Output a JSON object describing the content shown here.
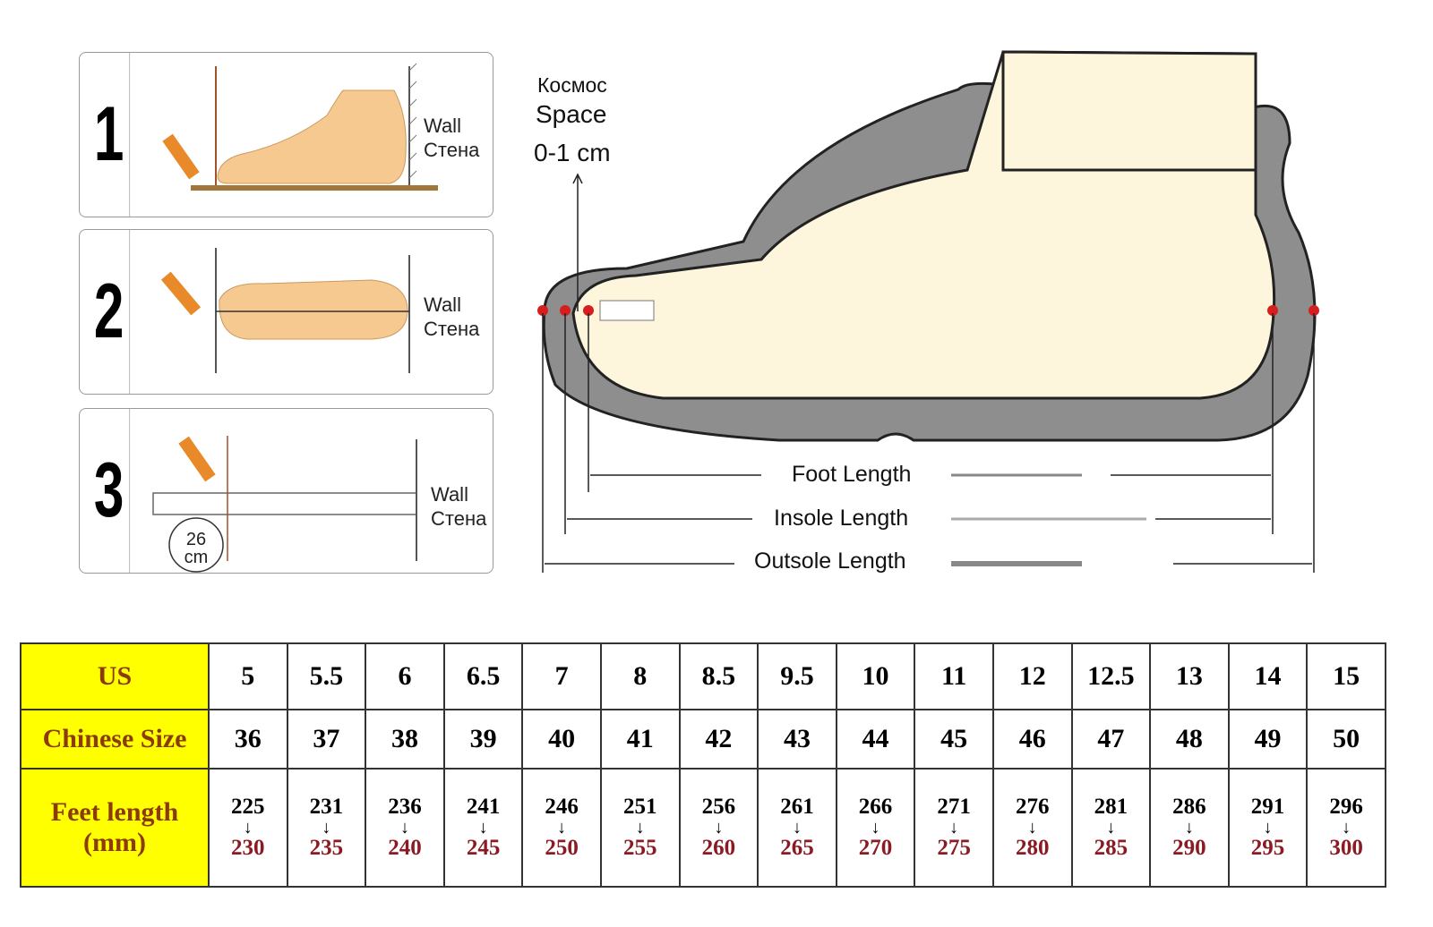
{
  "steps": [
    {
      "number": "1",
      "wall_en": "Wall",
      "wall_ru": "Стена"
    },
    {
      "number": "2",
      "wall_en": "Wall",
      "wall_ru": "Стена"
    },
    {
      "number": "3",
      "wall_en": "Wall",
      "wall_ru": "Стена",
      "ruler_reading": "26",
      "ruler_unit": "cm"
    }
  ],
  "diagram": {
    "space_ru": "Космос",
    "space_en": "Space",
    "space_value": "0-1 cm",
    "foot_length": "Foot Length",
    "insole_length": "Insole Length",
    "outsole_length": "Outsole Length"
  },
  "table": {
    "row_headers": {
      "us": "US",
      "chinese": "Chinese Size",
      "feet_line1": "Feet length",
      "feet_line2": "(mm)"
    },
    "columns": [
      {
        "us": "5",
        "cn": "36",
        "from": "225",
        "to": "230"
      },
      {
        "us": "5.5",
        "cn": "37",
        "from": "231",
        "to": "235"
      },
      {
        "us": "6",
        "cn": "38",
        "from": "236",
        "to": "240"
      },
      {
        "us": "6.5",
        "cn": "39",
        "from": "241",
        "to": "245"
      },
      {
        "us": "7",
        "cn": "40",
        "from": "246",
        "to": "250"
      },
      {
        "us": "8",
        "cn": "41",
        "from": "251",
        "to": "255"
      },
      {
        "us": "8.5",
        "cn": "42",
        "from": "256",
        "to": "260"
      },
      {
        "us": "9.5",
        "cn": "43",
        "from": "261",
        "to": "265"
      },
      {
        "us": "10",
        "cn": "44",
        "from": "266",
        "to": "270"
      },
      {
        "us": "11",
        "cn": "45",
        "from": "271",
        "to": "275"
      },
      {
        "us": "12",
        "cn": "46",
        "from": "276",
        "to": "280"
      },
      {
        "us": "12.5",
        "cn": "47",
        "from": "281",
        "to": "285"
      },
      {
        "us": "13",
        "cn": "48",
        "from": "286",
        "to": "290"
      },
      {
        "us": "14",
        "cn": "49",
        "from": "291",
        "to": "295"
      },
      {
        "us": "15",
        "cn": "50",
        "from": "296",
        "to": "300"
      }
    ],
    "arrow": "↓"
  },
  "colors": {
    "header_bg": "#ffff00",
    "header_text": "#8b3a08",
    "length_to": "#8b1a22",
    "sole": "#8c8c8c",
    "foot": "#fdf5dc"
  }
}
